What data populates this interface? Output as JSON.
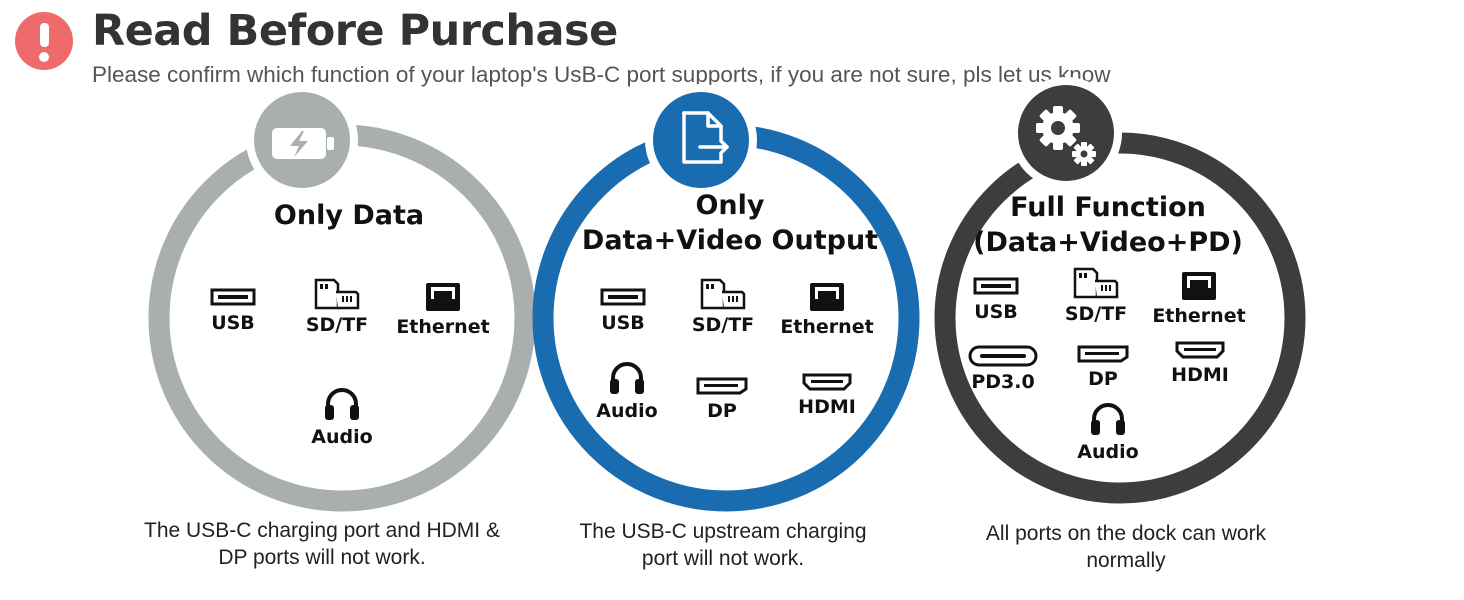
{
  "header": {
    "title": "Read Before Purchase",
    "subtitle": "Please confirm which function of your laptop's UsB-C port supports, if you are not sure, pls let us know",
    "icon": "exclamation-icon",
    "icon_color": "#ef6b6b"
  },
  "panels": [
    {
      "icon": "battery-charging-icon",
      "ring_color": "#a9aeaf",
      "title": "Only Data",
      "ports": {
        "usb": "USB",
        "sdtf": "SD/TF",
        "ethernet": "Ethernet",
        "audio": "Audio"
      },
      "note_line1": "The USB-C charging port and HDMI &",
      "note_line2": "DP ports will not work."
    },
    {
      "icon": "file-export-icon",
      "ring_color": "#1a6cb0",
      "title_line1": "Only",
      "title_line2": "Data+Video Output",
      "ports": {
        "usb": "USB",
        "sdtf": "SD/TF",
        "ethernet": "Ethernet",
        "audio": "Audio",
        "dp": "DP",
        "hdmi": "HDMI"
      },
      "note_line1": "The USB-C upstream charging",
      "note_line2": "port will not work."
    },
    {
      "icon": "gears-icon",
      "ring_color": "#3d3d3d",
      "title_line1": "Full Function",
      "title_line2": "(Data+Video+PD)",
      "ports": {
        "usb": "USB",
        "sdtf": "SD/TF",
        "ethernet": "Ethernet",
        "pd": "PD3.0",
        "dp": "DP",
        "hdmi": "HDMI",
        "audio": "Audio"
      },
      "note_line1": "All ports on the dock can work",
      "note_line2": "normally"
    }
  ]
}
